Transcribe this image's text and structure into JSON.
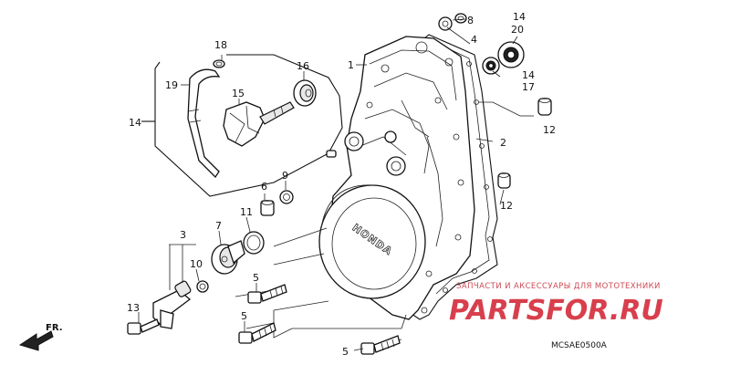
{
  "callouts": {
    "c1": "1",
    "c2": "2",
    "c3": "3",
    "c4": "4",
    "c5a": "5",
    "c5b": "5",
    "c5c": "5",
    "c6": "6",
    "c7": "7",
    "c8": "8",
    "c9": "9",
    "c10": "10",
    "c11": "11",
    "c12a": "12",
    "c12b": "12",
    "c13": "13",
    "c14a": "14",
    "c14b": "14",
    "c14c": "14",
    "c15": "15",
    "c16": "16",
    "c17": "17",
    "c18": "18",
    "c19": "19",
    "c20": "20"
  },
  "brand_text": "HONDA",
  "direction_label": "FR.",
  "diagram_code": "MCSAE0500A",
  "watermark": {
    "tagline": "ЗАПЧАСТИ И АКСЕССУАРЫ ДЛЯ МОТОТЕХНИКИ",
    "logo": "PARTSFOR.RU"
  }
}
